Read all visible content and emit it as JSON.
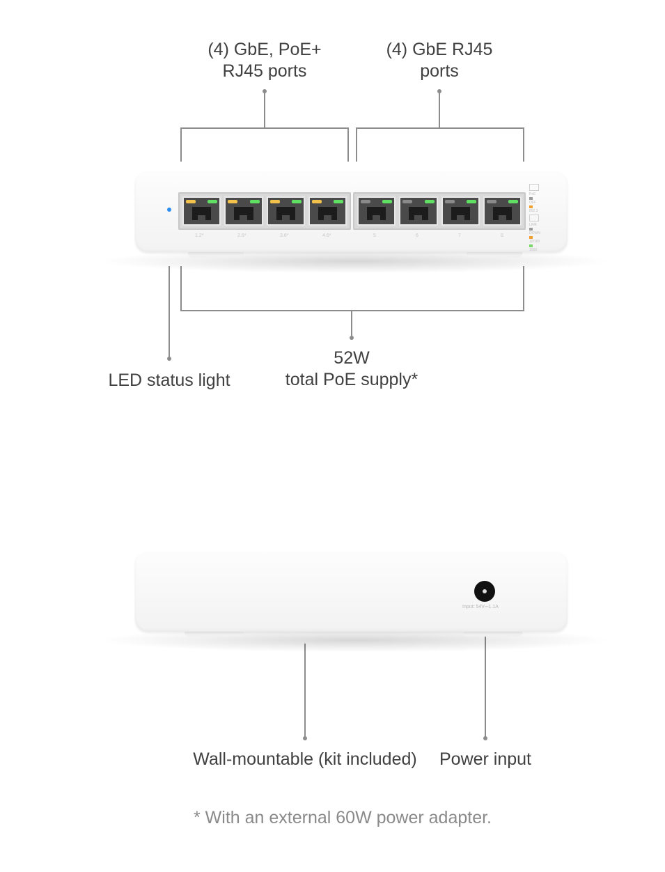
{
  "front": {
    "poe_ports_label": [
      "(4) GbE, PoE+",
      "RJ45 ports"
    ],
    "gbe_ports_label": [
      "(4) GbE RJ45",
      "ports"
    ],
    "led_label": "LED status light",
    "poe_supply_label": [
      "52W",
      "total PoE supply*"
    ],
    "ports": [
      {
        "num": "1.2*",
        "led_left": "#f2c24a",
        "led_right": "#5fe063"
      },
      {
        "num": "2.6*",
        "led_left": "#f2c24a",
        "led_right": "#5fe063"
      },
      {
        "num": "3.6*",
        "led_left": "#f2c24a",
        "led_right": "#5fe063"
      },
      {
        "num": "4.6*",
        "led_left": "#f2c24a",
        "led_right": "#5fe063"
      },
      {
        "num": "5",
        "led_left": "#8a8a8a",
        "led_right": "#5fe063"
      },
      {
        "num": "6",
        "led_left": "#8a8a8a",
        "led_right": "#5fe063"
      },
      {
        "num": "7",
        "led_left": "#8a8a8a",
        "led_right": "#5fe063"
      },
      {
        "num": "8",
        "led_left": "#8a8a8a",
        "led_right": "#5fe063"
      }
    ],
    "status_led_color": "#2e8ef0",
    "legend": {
      "poe_title": "PoE",
      "poe_items": [
        {
          "text": "OFF",
          "color": "#9a9a9a"
        },
        {
          "text": "802.3",
          "color": "#f0a030"
        }
      ],
      "link_title": "LINK",
      "link_items": [
        {
          "text": "DOWN",
          "color": "#9a9a9a"
        },
        {
          "text": "10/100",
          "color": "#f0a030"
        },
        {
          "text": "1000",
          "color": "#7ad76a"
        }
      ]
    }
  },
  "back": {
    "wall_label": "Wall-mountable (kit included)",
    "power_label": "Power input",
    "jack_text": "Input: 54V⎓1.1A"
  },
  "footnote": "* With an external 60W power adapter."
}
